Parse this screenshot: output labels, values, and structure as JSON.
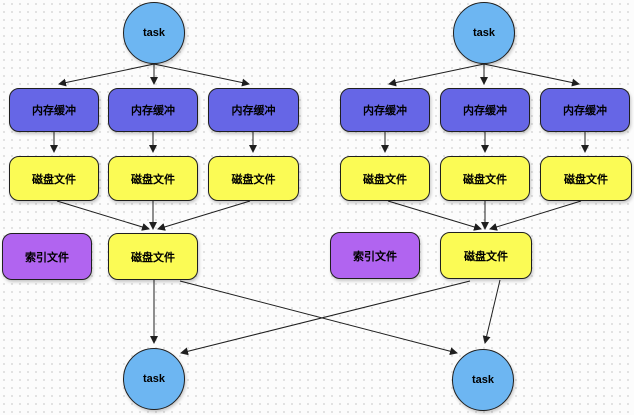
{
  "diagram": {
    "type": "flowchart",
    "colors": {
      "task_fill": "#6db6f2",
      "buffer_fill": "#6666e6",
      "disk_fill": "#fbfb55",
      "index_fill": "#b164f0",
      "stroke": "#1f1f1f",
      "dot": "#d9d9d9",
      "canvas": "#fcfcfc"
    },
    "pipelines": [
      {
        "task_top": "task",
        "buffers": [
          "内存缓冲",
          "内存缓冲",
          "内存缓冲"
        ],
        "disks": [
          "磁盘文件",
          "磁盘文件",
          "磁盘文件"
        ],
        "index_file": "索引文件",
        "merge_disk": "磁盘文件",
        "task_bottom": "task"
      },
      {
        "task_top": "task",
        "buffers": [
          "内存缓冲",
          "内存缓冲",
          "内存缓冲"
        ],
        "disks": [
          "磁盘文件",
          "磁盘文件",
          "磁盘文件"
        ],
        "index_file": "索引文件",
        "merge_disk": "磁盘文件",
        "task_bottom": "task"
      }
    ],
    "edges": [
      {
        "from": "task-top-left",
        "to": "memory-buffer-left-1"
      },
      {
        "from": "task-top-left",
        "to": "memory-buffer-left-2"
      },
      {
        "from": "task-top-left",
        "to": "memory-buffer-left-3"
      },
      {
        "from": "memory-buffer-left-1",
        "to": "disk-file-left-1"
      },
      {
        "from": "memory-buffer-left-2",
        "to": "disk-file-left-2"
      },
      {
        "from": "memory-buffer-left-3",
        "to": "disk-file-left-3"
      },
      {
        "from": "disk-file-left-1",
        "to": "merge-disk-file-left"
      },
      {
        "from": "disk-file-left-2",
        "to": "merge-disk-file-left"
      },
      {
        "from": "disk-file-left-3",
        "to": "merge-disk-file-left"
      },
      {
        "from": "merge-disk-file-left",
        "to": "task-bottom-left"
      },
      {
        "from": "merge-disk-file-left",
        "to": "task-bottom-right"
      },
      {
        "from": "task-top-right",
        "to": "memory-buffer-right-1"
      },
      {
        "from": "task-top-right",
        "to": "memory-buffer-right-2"
      },
      {
        "from": "task-top-right",
        "to": "memory-buffer-right-3"
      },
      {
        "from": "memory-buffer-right-1",
        "to": "disk-file-right-1"
      },
      {
        "from": "memory-buffer-right-2",
        "to": "disk-file-right-2"
      },
      {
        "from": "memory-buffer-right-3",
        "to": "disk-file-right-3"
      },
      {
        "from": "disk-file-right-1",
        "to": "merge-disk-file-right"
      },
      {
        "from": "disk-file-right-2",
        "to": "merge-disk-file-right"
      },
      {
        "from": "disk-file-right-3",
        "to": "merge-disk-file-right"
      },
      {
        "from": "merge-disk-file-right",
        "to": "task-bottom-right"
      },
      {
        "from": "merge-disk-file-right",
        "to": "task-bottom-left"
      }
    ]
  }
}
